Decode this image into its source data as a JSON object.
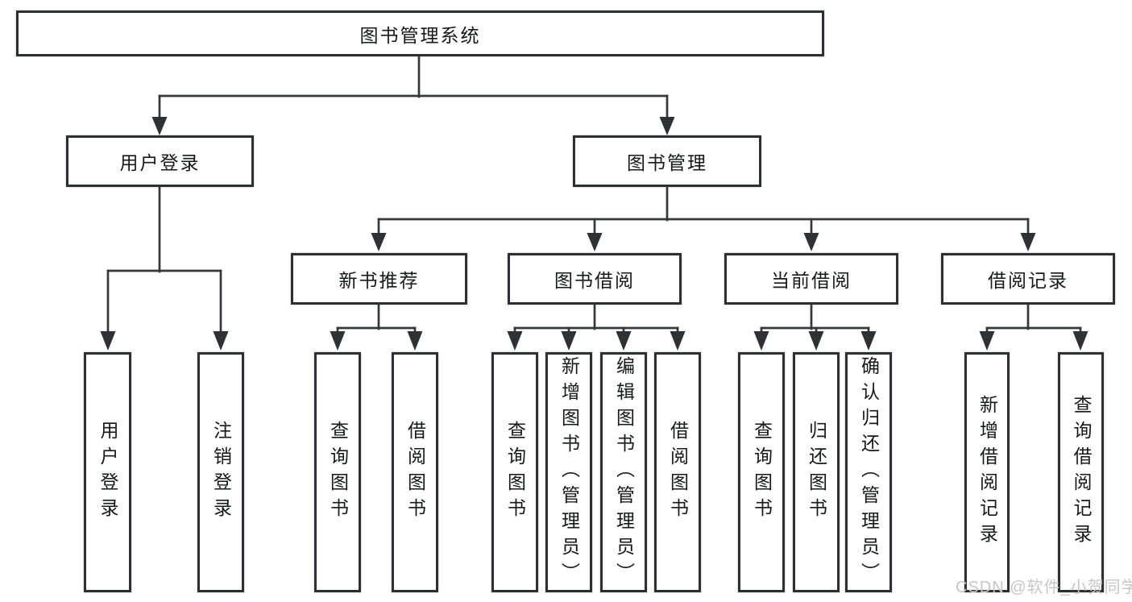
{
  "diagram": {
    "tree": {
      "label": "图书管理系统",
      "children": [
        {
          "label": "用户登录",
          "children": [
            {
              "label": "用户登录"
            },
            {
              "label": "注销登录"
            }
          ]
        },
        {
          "label": "图书管理",
          "children": [
            {
              "label": "新书推荐",
              "children": [
                {
                  "label": "查询图书"
                },
                {
                  "label": "借阅图书"
                }
              ]
            },
            {
              "label": "图书借阅",
              "children": [
                {
                  "label": "查询图书"
                },
                {
                  "label": "新增图书（管理员）"
                },
                {
                  "label": "编辑图书（管理员）"
                },
                {
                  "label": "借阅图书"
                }
              ]
            },
            {
              "label": "当前借阅",
              "children": [
                {
                  "label": "查询图书"
                },
                {
                  "label": "归还图书"
                },
                {
                  "label": "确认归还（管理员）"
                }
              ]
            },
            {
              "label": "借阅记录",
              "children": [
                {
                  "label": "新增借阅记录"
                },
                {
                  "label": "查询借阅记录"
                }
              ]
            }
          ]
        }
      ]
    },
    "watermark": "CSDN @软件_小贺同学",
    "colors": {
      "background": "#ffffff",
      "box_fill": "#ffffff",
      "box_border": "#2d2f33",
      "line": "#35373b",
      "text": "#17181a",
      "watermark": "#c6c6c6"
    }
  }
}
